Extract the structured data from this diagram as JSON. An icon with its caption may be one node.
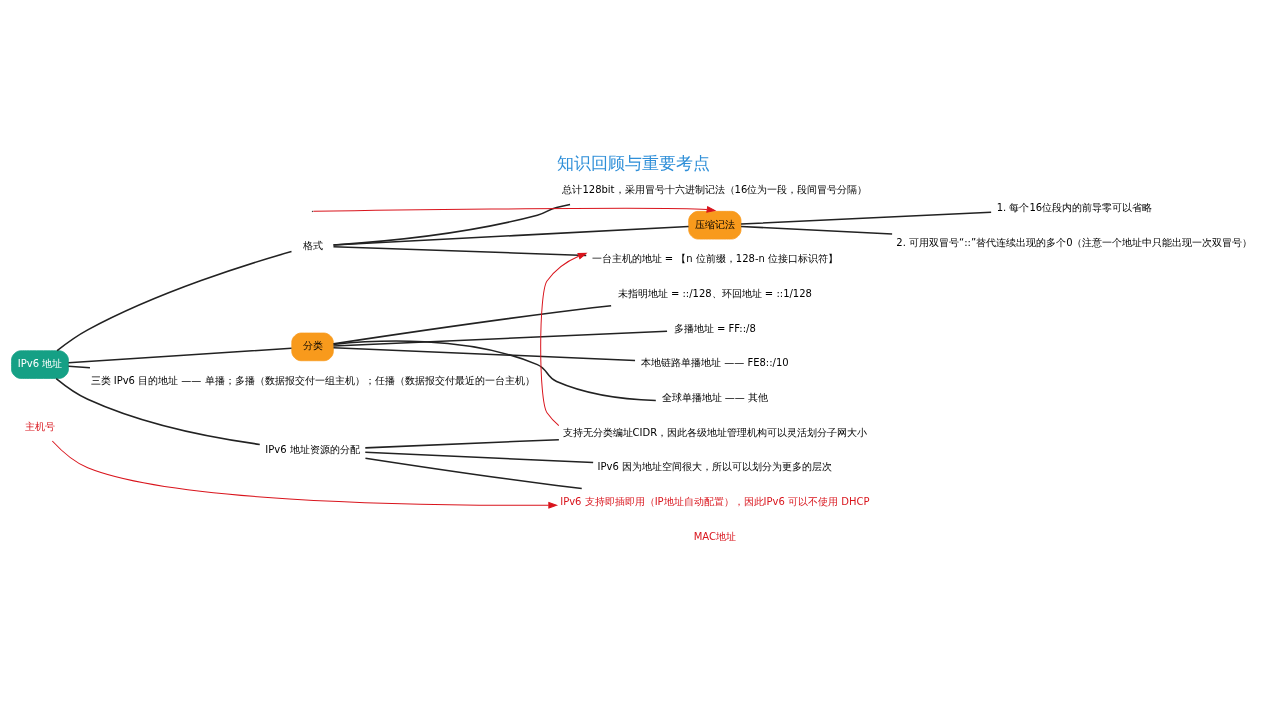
{
  "diagram": {
    "title": "知识回顾与重要考点",
    "nodes": [
      {
        "text": [
          "IPv6 地址"
        ]
      },
      {
        "text": [
          "格式"
        ]
      },
      {
        "text": [
          "总计128bit，采用冒号十六进制记法（16位为一段，段间冒号分隔）"
        ]
      },
      {
        "text": [
          "压缩记法"
        ]
      },
      {
        "text": [
          "1. 每个16位段内的前导零可以省略"
        ]
      },
      {
        "text": [
          "2. 可用双冒号“::”替代连续出现的多个0（注意一个地址中只能出现一次双冒号）"
        ]
      },
      {
        "text": [
          "一台主机的地址 = 【n 位前缀，128-n 位接口标识符】"
        ]
      },
      {
        "text": [
          "分类"
        ]
      },
      {
        "text": [
          "未指明地址 = ::/128、环回地址 = ::1/128"
        ]
      },
      {
        "text": [
          "多播地址 = FF::/8"
        ]
      },
      {
        "text": [
          "本地链路单播地址 —— FE8::/10"
        ]
      },
      {
        "text": [
          "全球单播地址 —— 其他"
        ]
      },
      {
        "text": [
          "三类 IPv6 目的地址 —— 单播；多播（数据报交付一组主机）；任播（数据报交付最近的一台主机）"
        ]
      },
      {
        "text": [
          "IPv6 地址资源的分配"
        ]
      },
      {
        "text": [
          "支持无分类编址CIDR，因此各级地址管理机构可以灵活划分子网大小"
        ]
      },
      {
        "text": [
          "IPv6 因为地址空间很大，所以可以划分为更多的层次"
        ]
      },
      {
        "text": [
          "IPv6 支持即插即用（IP地址自动配置），因此IPv6 可以不使用 DHCP"
        ],
        "beside": [
          "MAC地址"
        ]
      },
      {
        "text": [
          "主机号"
        ]
      }
    ],
    "edges": [
      {
        "from": 0,
        "to": 1,
        "arrow": "none"
      },
      {
        "from": 0,
        "to": 7,
        "arrow": "none"
      },
      {
        "from": 0,
        "to": 12,
        "arrow": "none"
      },
      {
        "from": 0,
        "to": 13,
        "arrow": "none"
      },
      {
        "from": 1,
        "to": 2,
        "arrow": "none"
      },
      {
        "from": 1,
        "to": 3,
        "arrow": "none"
      },
      {
        "from": 1,
        "to": 6,
        "arrow": "none"
      },
      {
        "from": 3,
        "to": 4,
        "arrow": "none"
      },
      {
        "from": 3,
        "to": 5,
        "arrow": "none"
      },
      {
        "from": 7,
        "to": 8,
        "arrow": "none"
      },
      {
        "from": 7,
        "to": 9,
        "arrow": "none"
      },
      {
        "from": 7,
        "to": 10,
        "arrow": "none"
      },
      {
        "from": 7,
        "to": 11,
        "arrow": "none"
      },
      {
        "from": 13,
        "to": 14,
        "arrow": "none"
      },
      {
        "from": 13,
        "to": 15,
        "arrow": "none"
      },
      {
        "from": 13,
        "to": 16,
        "arrow": "none"
      },
      {
        "from": null,
        "to": 3,
        "arrow": "to",
        "color": "#d9141c"
      },
      {
        "from": 14,
        "to": 6,
        "arrow": "to",
        "color": "#d9141c"
      },
      {
        "from": 17,
        "to": 16,
        "arrow": "to",
        "color": "#d9141c"
      }
    ]
  }
}
